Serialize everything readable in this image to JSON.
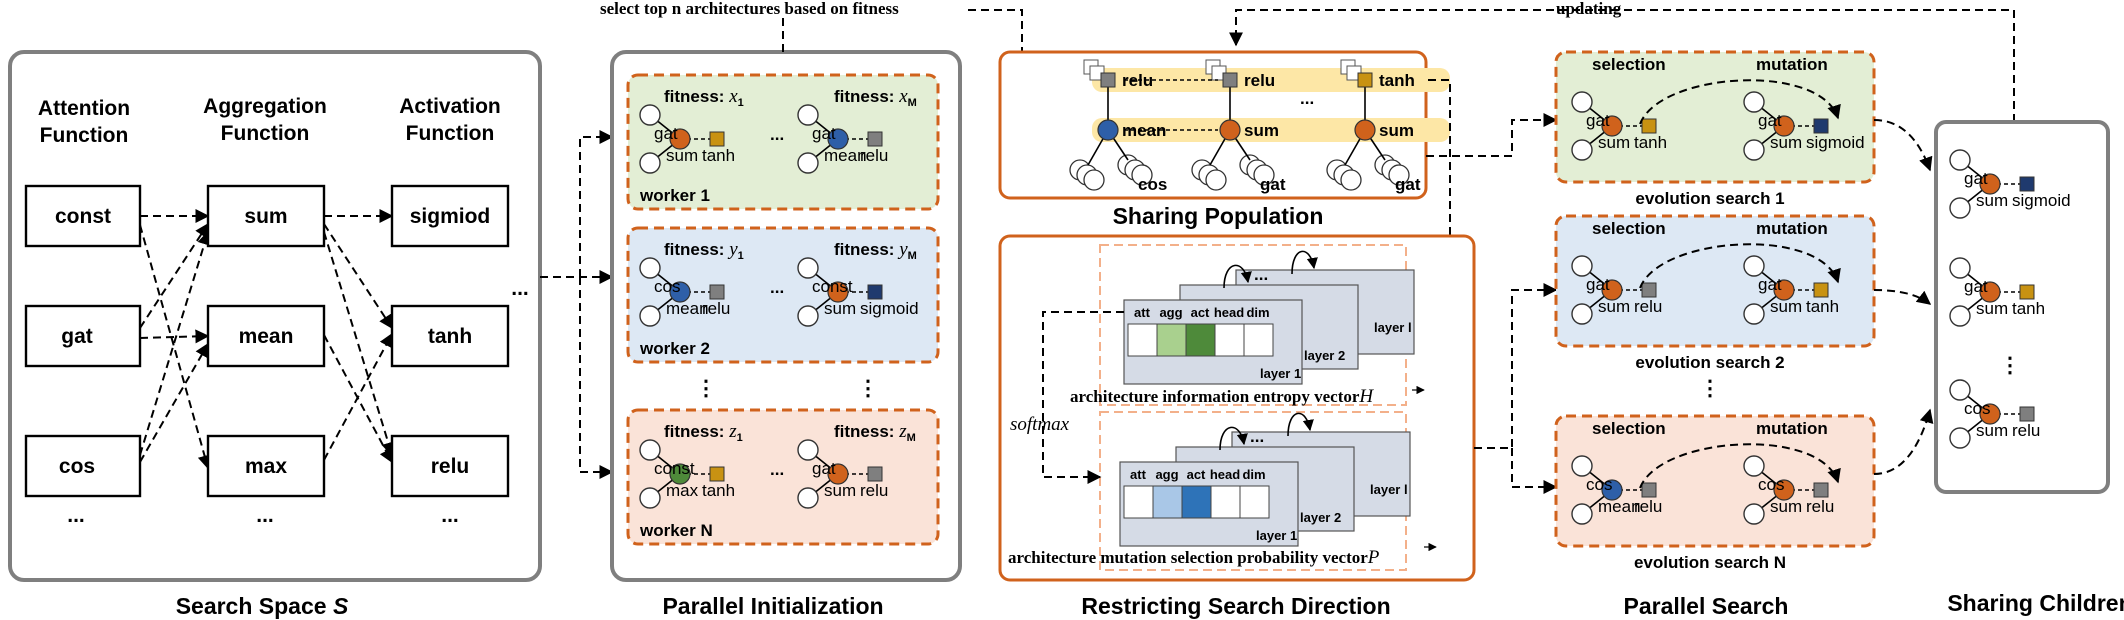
{
  "captions": {
    "search_space": "Search Space",
    "search_space_symbol": "S",
    "parallel_init": "Parallel Initialization",
    "restricting": "Restricting Search Direction",
    "parallel_search": "Parallel Search",
    "sharing_children": "Sharing Children",
    "sharing_population": "Sharing Population"
  },
  "annotations": {
    "select_top": "select top n architectures based on fitness",
    "updating": "updating",
    "softmax": "softmax",
    "entropy_vector": "architecture information entropy vector",
    "entropy_symbol": "H",
    "prob_vector": "architecture mutation selection probability vector",
    "prob_symbol": "P",
    "ellipsis": "...",
    "vdots": "⋮"
  },
  "search_space": {
    "headers": [
      "Attention\nFunction",
      "Aggregation\nFunction",
      "Activation\nFunction"
    ],
    "attention": [
      "const",
      "gat",
      "cos"
    ],
    "aggregation": [
      "sum",
      "mean",
      "max"
    ],
    "activation": [
      "sigmiod",
      "tanh",
      "relu"
    ]
  },
  "workers": [
    {
      "name": "worker 1",
      "fitness_label": "fitness:",
      "f1": "x",
      "sub1": "1",
      "f2": "x",
      "sub2": "M",
      "left": {
        "top": "gat",
        "agg": "sum",
        "act": "tanh"
      },
      "right": {
        "top": "gat",
        "agg": "mean",
        "act": "relu"
      }
    },
    {
      "name": "worker 2",
      "fitness_label": "fitness:",
      "f1": "y",
      "sub1": "1",
      "f2": "y",
      "sub2": "M",
      "left": {
        "top": "cos",
        "agg": "mean",
        "act": "relu"
      },
      "right": {
        "top": "const",
        "agg": "sum",
        "act": "sigmoid"
      }
    },
    {
      "name": "worker N",
      "fitness_label": "fitness:",
      "f1": "z",
      "sub1": "1",
      "f2": "z",
      "sub2": "M",
      "left": {
        "top": "const",
        "agg": "max",
        "act": "tanh"
      },
      "right": {
        "top": "gat",
        "agg": "sum",
        "act": "relu"
      }
    }
  ],
  "sharing_population": {
    "acts": [
      "relu",
      "relu",
      "tanh"
    ],
    "aggs": [
      "mean",
      "sum",
      "sum"
    ],
    "atts": [
      "cos",
      "gat",
      "gat"
    ]
  },
  "layer_table": {
    "headers": [
      "att",
      "agg",
      "act",
      "head",
      "dim"
    ],
    "layer1": "layer 1",
    "layer2": "layer 2",
    "layerl": "layer l"
  },
  "evolution": [
    {
      "name": "evolution search 1",
      "selection": "selection",
      "mutation": "mutation",
      "left": {
        "top": "gat",
        "agg": "sum",
        "act": "tanh"
      },
      "right": {
        "top": "gat",
        "agg": "sum",
        "act": "sigmoid"
      }
    },
    {
      "name": "evolution search 2",
      "selection": "selection",
      "mutation": "mutation",
      "left": {
        "top": "gat",
        "agg": "sum",
        "act": "relu"
      },
      "right": {
        "top": "gat",
        "agg": "sum",
        "act": "tanh"
      }
    },
    {
      "name": "evolution search N",
      "selection": "selection",
      "mutation": "mutation",
      "left": {
        "top": "cos",
        "agg": "mean",
        "act": "relu"
      },
      "right": {
        "top": "cos",
        "agg": "sum",
        "act": "relu"
      }
    }
  ],
  "children": [
    {
      "top": "gat",
      "agg": "sum",
      "act": "sigmoid"
    },
    {
      "top": "gat",
      "agg": "sum",
      "act": "tanh"
    },
    {
      "top": "cos",
      "agg": "sum",
      "act": "relu"
    }
  ],
  "colors": {
    "orange": "#d0621c",
    "blue": "#2e5fa8",
    "green": "#4e8a3a",
    "gold": "#c89212",
    "navy": "#1f3a6e",
    "gray": "#7f7f7f",
    "green_bg": "#e3eed5",
    "blue_bg": "#dde8f4",
    "pink_bg": "#fae3d8",
    "yellow_band": "#fde7a6"
  }
}
